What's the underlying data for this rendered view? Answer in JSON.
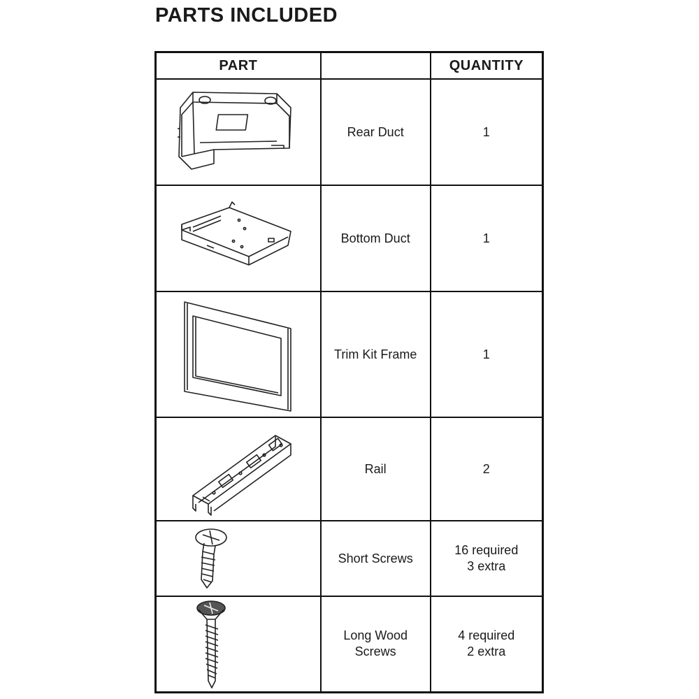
{
  "title": "PARTS INCLUDED",
  "table": {
    "headers": [
      "PART",
      "",
      "QUANTITY"
    ],
    "rows": [
      {
        "icon": "rear-duct-illustration",
        "name": [
          "Rear Duct"
        ],
        "quantity": [
          "1"
        ]
      },
      {
        "icon": "bottom-duct-illustration",
        "name": [
          "Bottom Duct"
        ],
        "quantity": [
          "1"
        ]
      },
      {
        "icon": "trim-kit-frame-illustration",
        "name": [
          "Trim Kit Frame"
        ],
        "quantity": [
          "1"
        ]
      },
      {
        "icon": "rail-illustration",
        "name": [
          "Rail"
        ],
        "quantity": [
          "2"
        ]
      },
      {
        "icon": "short-screw-illustration",
        "name": [
          "Short Screws"
        ],
        "quantity": [
          "16 required",
          "3 extra"
        ]
      },
      {
        "icon": "long-wood-screw-illustration",
        "name": [
          "Long Wood",
          "Screws"
        ],
        "quantity": [
          "4 required",
          "2 extra"
        ]
      }
    ]
  }
}
